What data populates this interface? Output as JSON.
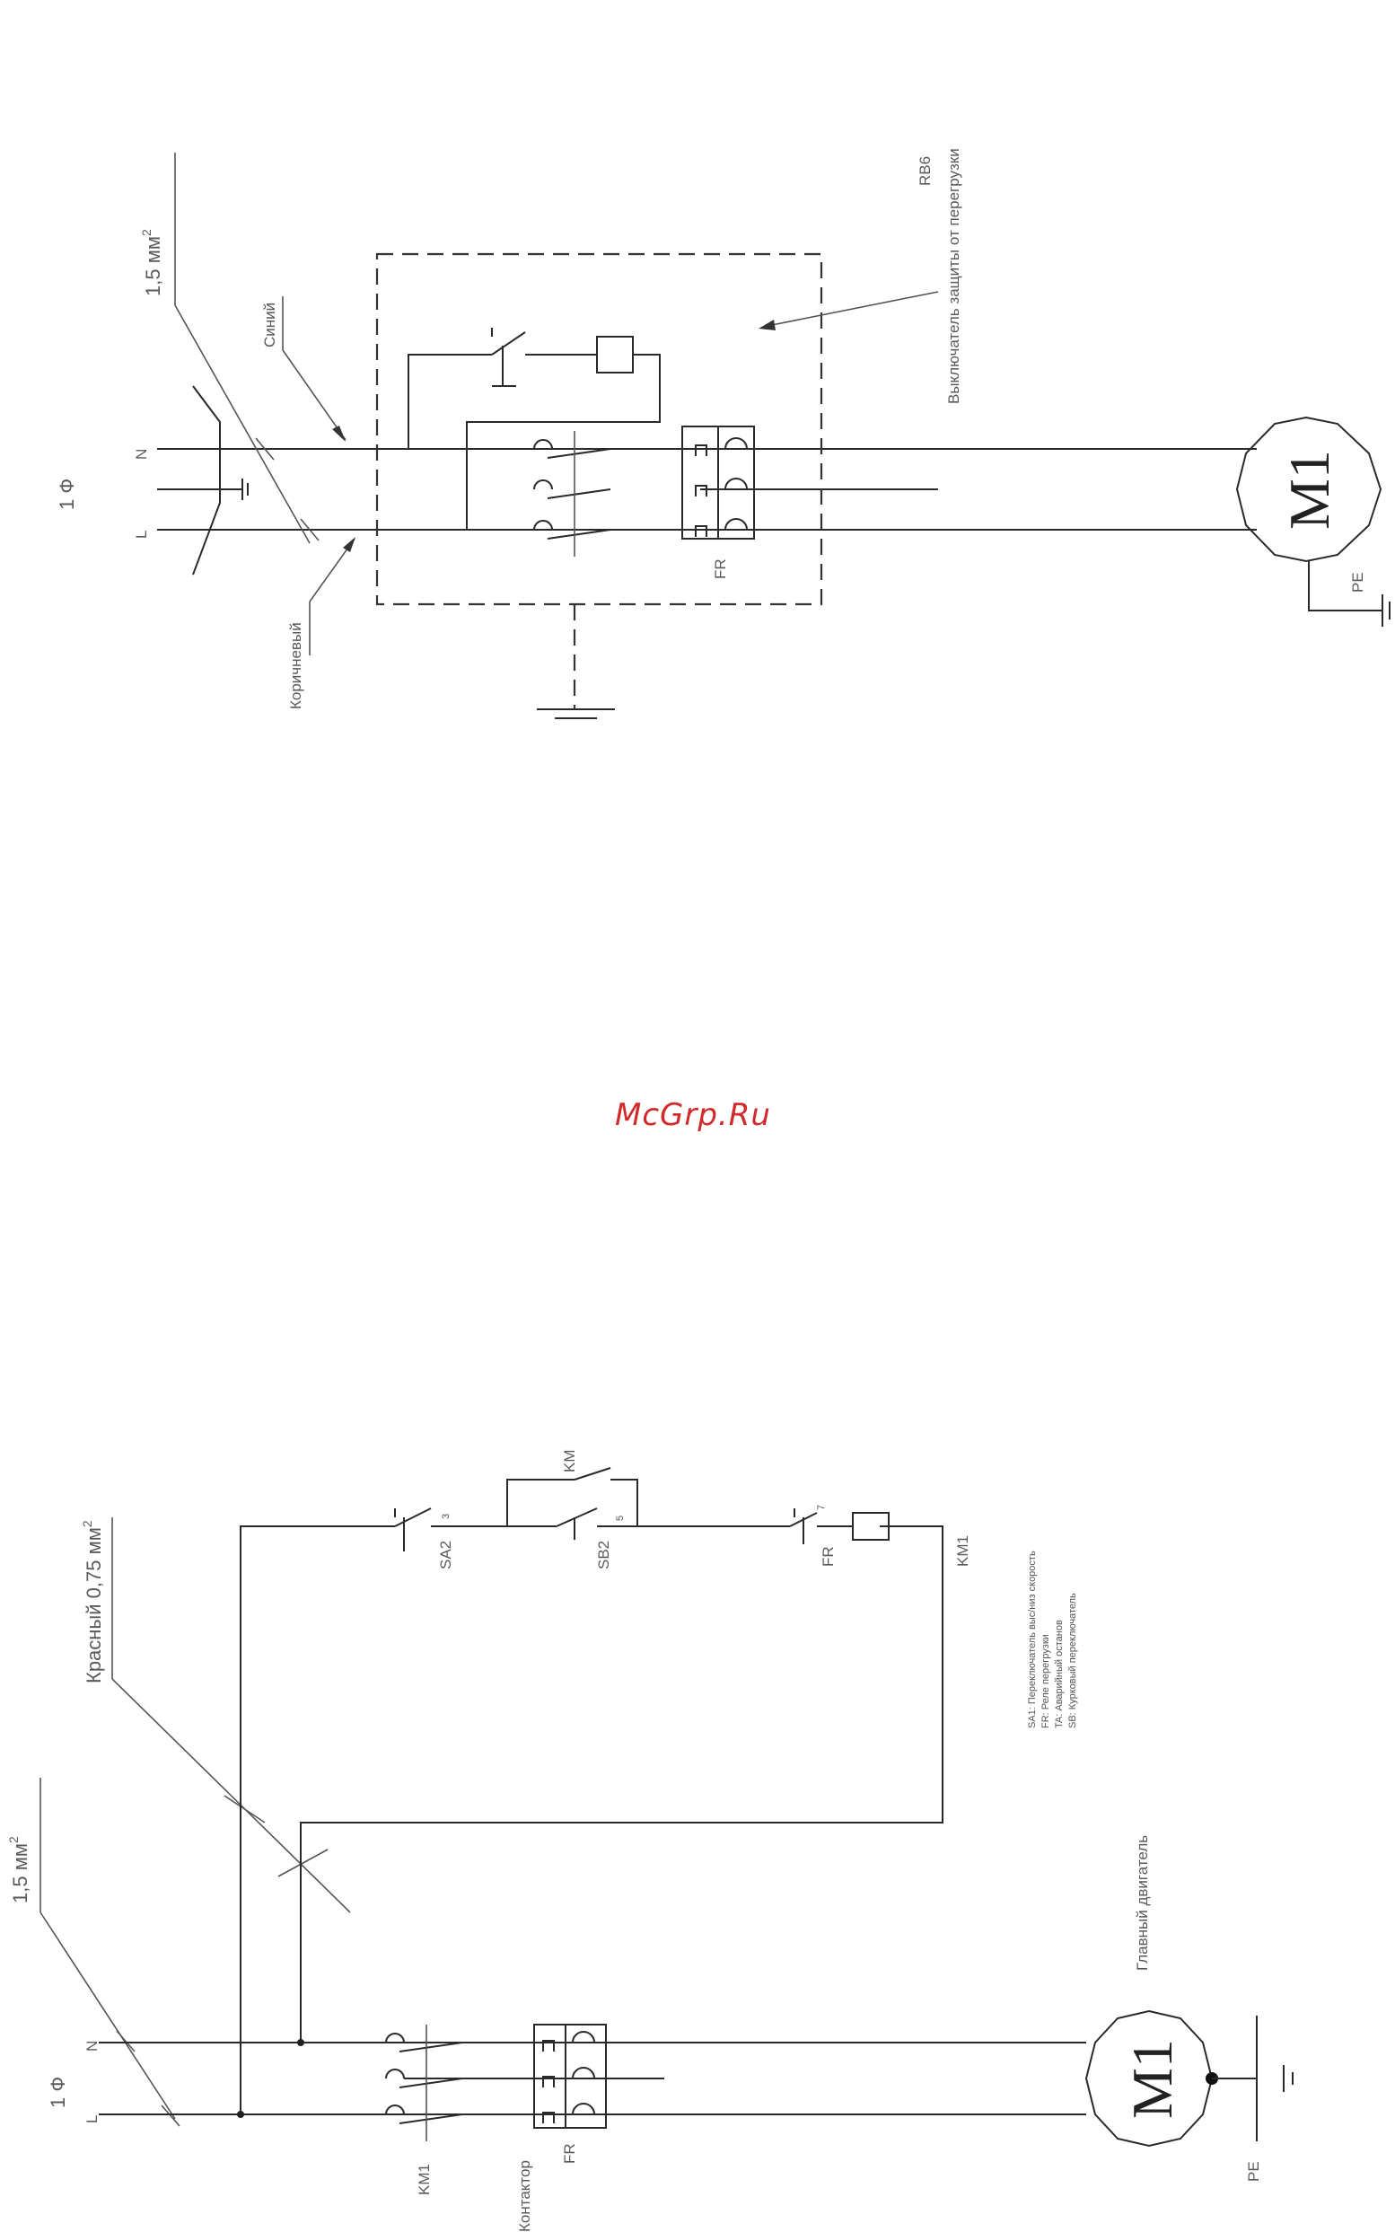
{
  "watermark": "McGrp.Ru",
  "diagram1": {
    "phase_label": "1 Ф",
    "terminal_n": "N",
    "terminal_l": "L",
    "cable_section": "1,5 мм",
    "cable_section_sup": "2",
    "wire_blue": "Синий",
    "wire_brown": "Коричневый",
    "breaker_name": "RB6",
    "breaker_description": "Выключатель защиты от перегрузки",
    "relay_label": "FR",
    "motor_label": "M1",
    "pe_label": "PE"
  },
  "diagram2": {
    "phase_label": "1 Ф",
    "terminal_n": "N",
    "terminal_l": "L",
    "cable_section": "1,5 мм",
    "cable_section_sup": "2",
    "control_wire": "Красный 0,75 мм",
    "control_wire_sup": "2",
    "sa2_label": "SA2",
    "sa2_pin": "3",
    "km_label": "KM",
    "sb2_label": "SB2",
    "sb2_pin": "5",
    "fr_label": "FR",
    "fr_pin": "7",
    "km1_coil_label": "KM1",
    "legend": [
      "SA1: Переключатель выс/низ скорость",
      "FR: Реле перегрузки",
      "TA: Аварийный останов",
      "SB: Курковый переключатель"
    ],
    "motor_caption": "Главный двигатель",
    "km1_label": "KM1",
    "contactor_label": "Контактор",
    "fr_relay_label": "FR",
    "motor_label": "M1",
    "pe_label": "PE"
  }
}
